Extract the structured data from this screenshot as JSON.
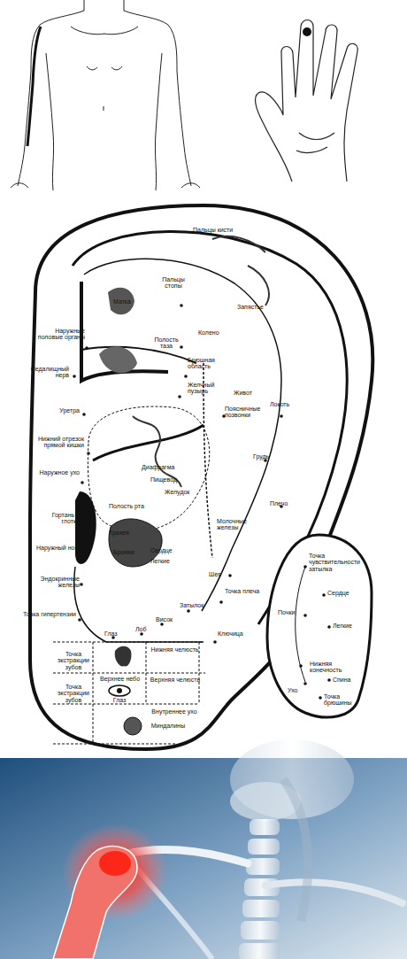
{
  "diagram": {
    "labels": [
      "Пальцы кисти",
      "Пальцы стопы",
      "Матка",
      "Запястье",
      "Наружные половые органы",
      "Полость таза",
      "Колено",
      "Седалищный нерв",
      "Брюшная область",
      "Желчный пузырь",
      "Живот",
      "Поясничные позвонки",
      "Локоть",
      "Уретра",
      "Нижний отрезок прямой кишки",
      "Наружное ухо",
      "Диафрагма",
      "Пищевод",
      "Желудок",
      "Грудь",
      "Плечо",
      "Гортань и глотка",
      "Полость рта",
      "Трахея",
      "Молочные железы",
      "Наружный нос",
      "Бронхи",
      "Сердце",
      "Легкие",
      "Эндокринные железы",
      "Шея",
      "Точка гипертензии",
      "Точка плеча",
      "Затылок",
      "Висок",
      "Лоб",
      "Глаз",
      "Ключица",
      "Точка экстракции зубов",
      "Нижняя челюсть",
      "Верхнее небо",
      "Верхняя челюсть",
      "Точка экстракции зубов",
      "Глаз",
      "Внутреннее ухо",
      "Миндалины",
      "Точка чувствительности затылка",
      "Сердце",
      "Почки",
      "Легкие",
      "Нижняя конечность",
      "Ухо",
      "Спина",
      "Точка брюшины"
    ]
  }
}
